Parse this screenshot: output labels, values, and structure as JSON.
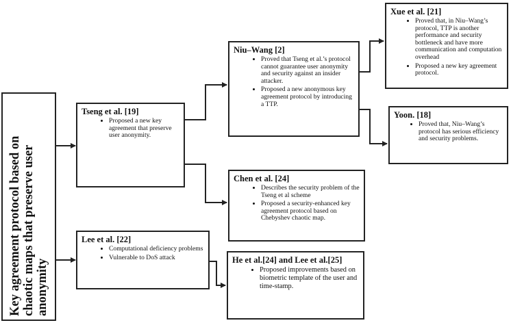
{
  "root": {
    "label": "Key agreement protocol based on chaotic maps that preserve user anonymity"
  },
  "boxes": {
    "tseng": {
      "title": "Tseng et al. [19]",
      "items": [
        "Proposed a new key agreement that preserve user anonymity."
      ]
    },
    "niu": {
      "title": "Niu–Wang [2]",
      "items": [
        "Proved that Tseng et al.’s protocol cannot guarantee user anonymity and security against an insider attacker.",
        "Proposed a new anonymous key agreement protocol by introducing a TTP."
      ]
    },
    "xue": {
      "title": "Xue et al. [21]",
      "items": [
        "Proved that, in Niu–Wang’s protocol, TTP is another performance and security bottleneck and have more communication and computation overhead",
        "Proposed a new key agreement protocol."
      ]
    },
    "yoon": {
      "title": "Yoon. [18]",
      "items": [
        "Proved that, Niu–Wang’s protocol has serious efficiency and security problems."
      ]
    },
    "chen": {
      "title": "Chen et al. [24]",
      "items": [
        "Describes the security problem of the Tseng et al scheme",
        "Proposed a security-enhanced key agreement protocol based on Chebyshev chaotic map."
      ]
    },
    "lee": {
      "title": "Lee et al. [22]",
      "items": [
        "Computational deficiency problems",
        "Vulnerable to DoS attack"
      ]
    },
    "he": {
      "title": "He et al.[24] and Lee et al.[25]",
      "items": [
        "Proposed improvements based on biometric template of the user and time-stamp."
      ]
    }
  }
}
